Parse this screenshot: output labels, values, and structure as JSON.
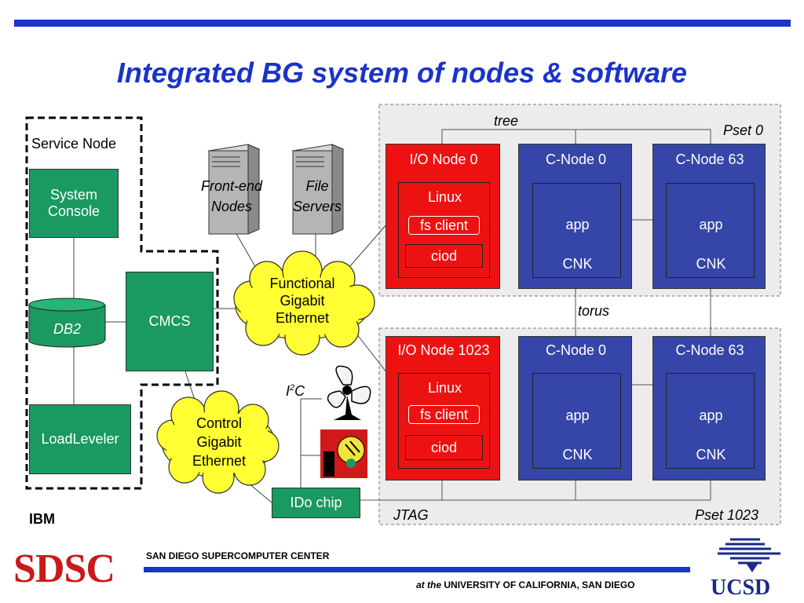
{
  "title": "Integrated BG system of nodes & software",
  "service_node": {
    "label": "Service Node",
    "system_console": "System Console",
    "db2": "DB2",
    "cmcs": "CMCS",
    "loadleveler": "LoadLeveler"
  },
  "front_end_nodes": "Front-end Nodes",
  "file_servers": "File Servers",
  "functional_network": "Functional Gigabit Ethernet",
  "control_network": "Control Gigabit Ethernet",
  "i2c": "I",
  "i2c_sup": "2",
  "i2c_c": "C",
  "ido_chip": "IDo chip",
  "ibm": "IBM",
  "tree": "tree",
  "torus": "torus",
  "jtag": "JTAG",
  "pset0": {
    "label": "Pset 0",
    "io_node": "I/O Node 0",
    "linux": "Linux",
    "fs_client": "fs client",
    "ciod": "ciod",
    "cnode_a": "C-Node 0",
    "cnode_b": "C-Node 63",
    "app": "app",
    "cnk": "CNK"
  },
  "pset1023": {
    "label": "Pset 1023",
    "io_node": "I/O Node 1023",
    "linux": "Linux",
    "fs_client": "fs client",
    "ciod": "ciod",
    "cnode_a": "C-Node 0",
    "cnode_b": "C-Node 63",
    "app": "app",
    "cnk": "CNK"
  },
  "footer": {
    "sdsc_logo": "SDSC",
    "sdsc_name": "SAN DIEGO SUPERCOMPUTER CENTER",
    "at_the": "at the",
    "university": "UNIVERSITY OF CALIFORNIA, SAN DIEGO",
    "ucsd_logo": "UCSD"
  },
  "colors": {
    "accent": "#1a33c8",
    "green": "#1a9960",
    "red": "#ee1111",
    "blue": "#3546a8",
    "cloud": "#ffff33"
  }
}
